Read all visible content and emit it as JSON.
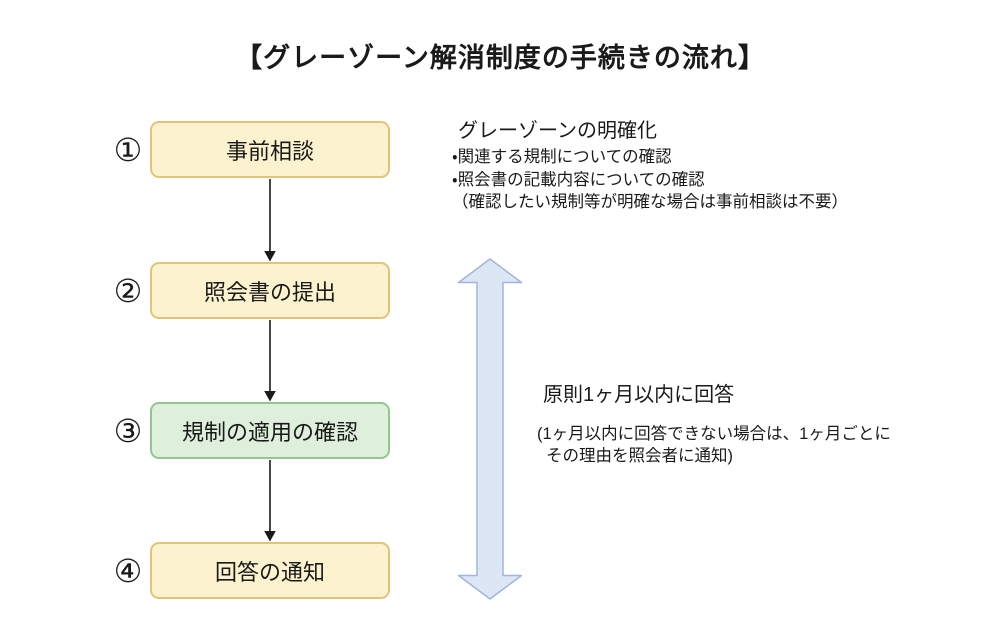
{
  "title": "【グレーゾーン解消制度の手続きの流れ】",
  "flow": {
    "steps": [
      {
        "number": "①",
        "label": "事前相談",
        "variant": "yellow"
      },
      {
        "number": "②",
        "label": "照会書の提出",
        "variant": "yellow"
      },
      {
        "number": "③",
        "label": "規制の適用の確認",
        "variant": "green"
      },
      {
        "number": "④",
        "label": "回答の通知",
        "variant": "yellow"
      }
    ]
  },
  "annotations": {
    "clarification": {
      "heading": "グレーゾーンの明確化",
      "bullet1": "・関連する規制についての確認",
      "bullet2": "・照会書の記載内容についての確認",
      "note": "（確認したい規制等が明確な場合は事前相談は不要）"
    },
    "response": {
      "heading": "原則1ヶ月以内に回答",
      "note_line1": "(1ヶ月以内に回答できない場合は、1ヶ月ごとに",
      "note_line2": "その理由を照会者に通知)"
    }
  },
  "colors": {
    "text": "#1a1a1a",
    "connector_black": "#1a1a1a",
    "box_yellow_fill": "#fcf2ce",
    "box_yellow_border": "#e2c377",
    "box_green_fill": "#def0db",
    "box_green_border": "#95c493",
    "arrow_blue_fill": "#dce6f5",
    "arrow_blue_border": "#9fb5db"
  }
}
